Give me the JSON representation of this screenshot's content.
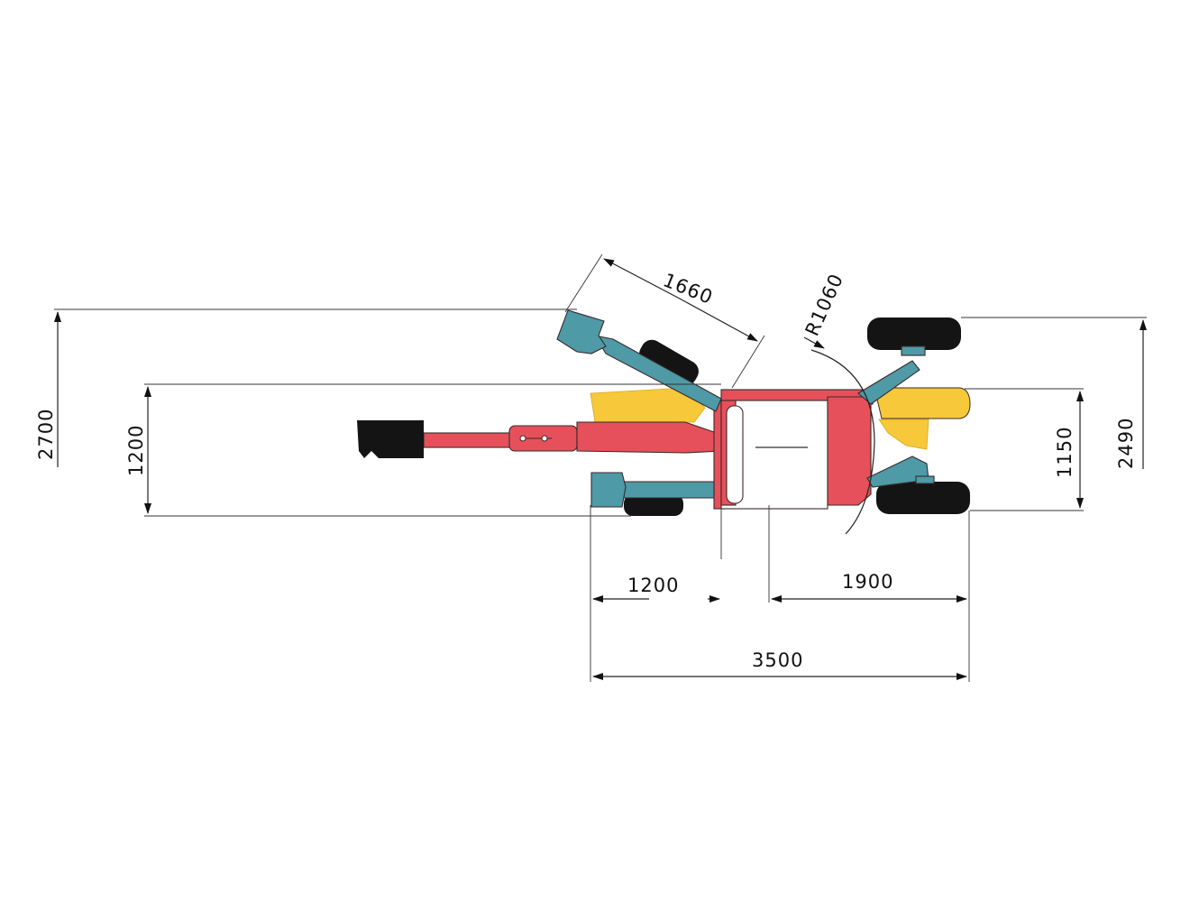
{
  "dimensions": {
    "overall_width": "2700",
    "track_width": "1200",
    "outrigger_reach": "1660",
    "turn_radius": "R1060",
    "rear_outer_width": "2490",
    "rear_inner_width": "1150",
    "front_offset": "1200",
    "rear_length": "1900",
    "total_length": "3500"
  },
  "colors": {
    "boom": "#e6505a",
    "outrigger": "#4e9aa6",
    "hidden_parts": "#f6c83a",
    "tire": "#141414",
    "outline": "#3a2a2a"
  }
}
